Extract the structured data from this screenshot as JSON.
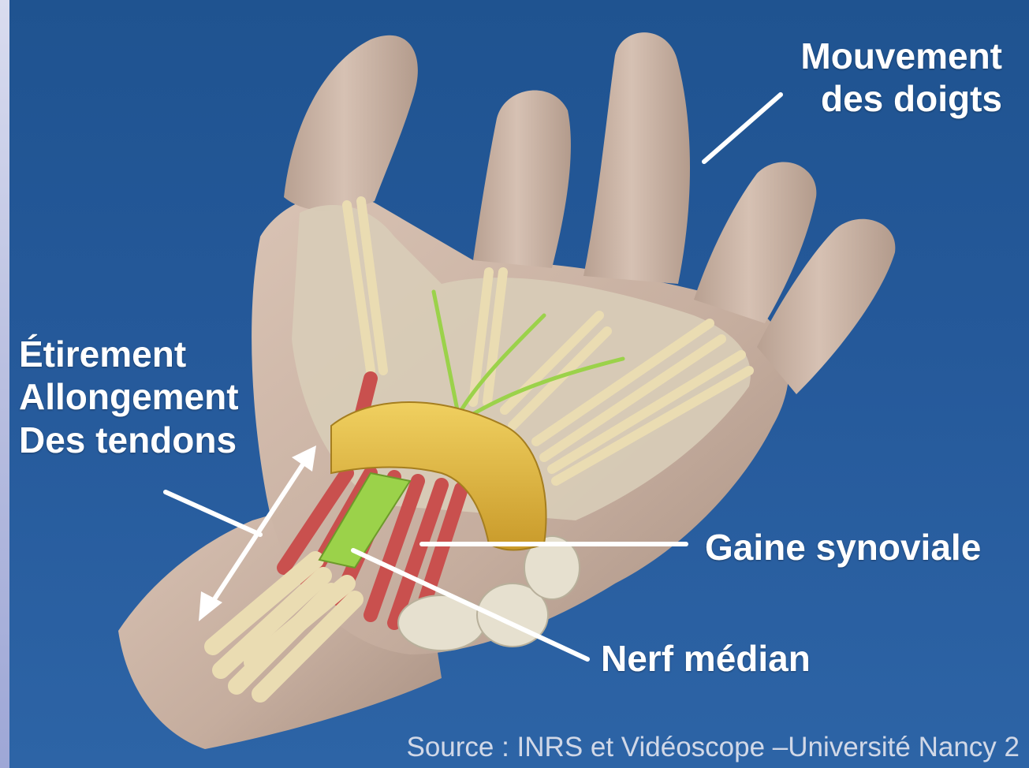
{
  "labels": {
    "finger_movement": [
      "Mouvement",
      "des doigts"
    ],
    "tendon_stretch": [
      "Étirement",
      "Allongement",
      "Des tendons"
    ],
    "synovial_sheath": "Gaine synoviale",
    "median_nerve": "Nerf médian"
  },
  "source": "Source : INRS et Vidéoscope –Université Nancy 2",
  "colors": {
    "background": "#2a5a94",
    "skin": "#c8b1a2",
    "tendon": "#eadcb2",
    "muscle": "#c9504e",
    "sheath": "#e8c14a",
    "nerve": "#9bd24a",
    "annotation": "#ffffff"
  }
}
